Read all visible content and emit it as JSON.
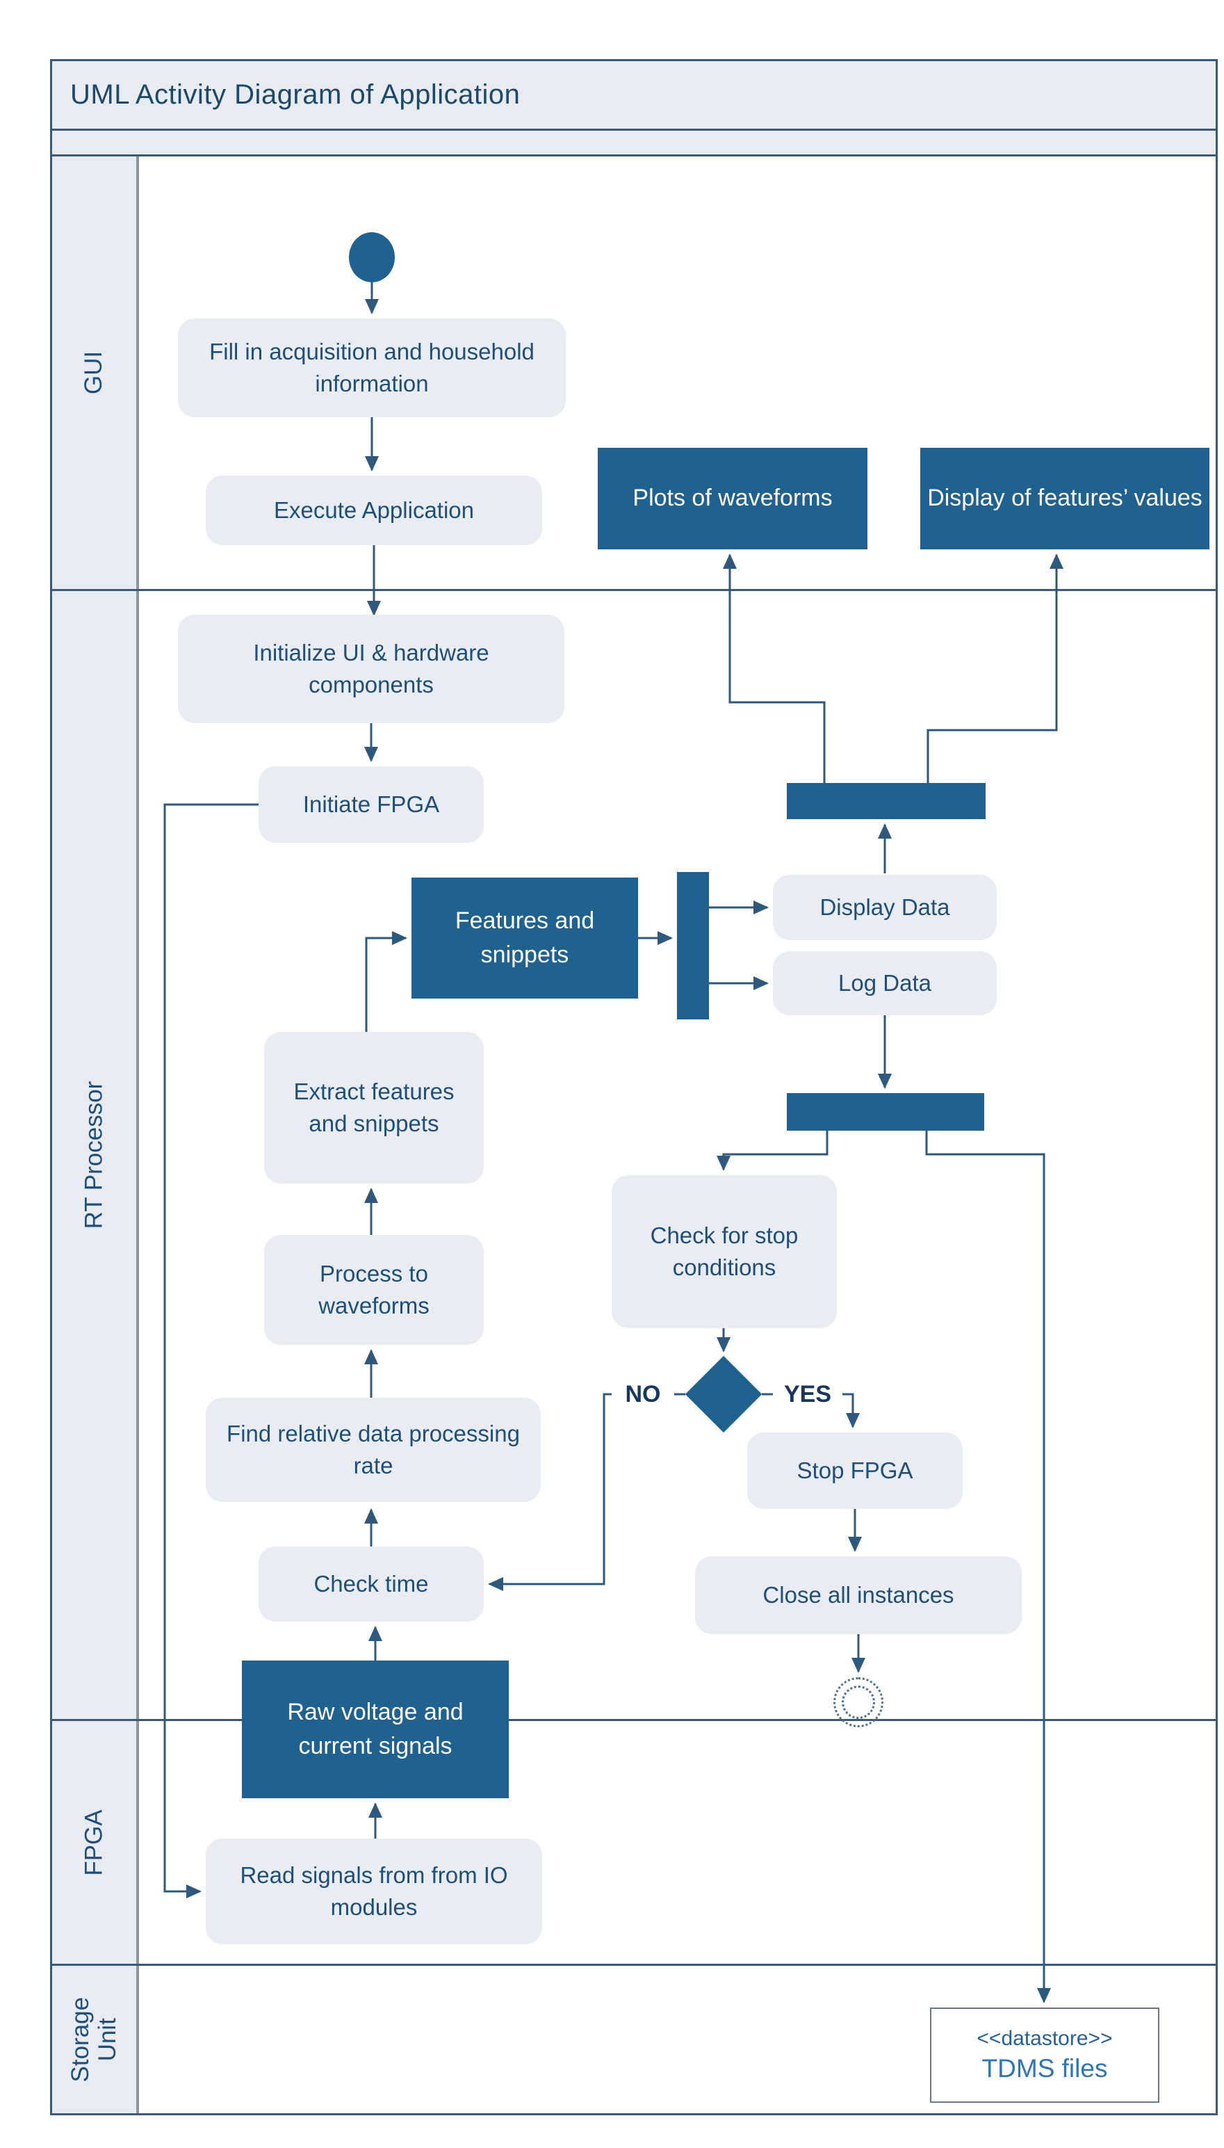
{
  "diagram": {
    "title": "UML Activity Diagram of Application"
  },
  "lanes": {
    "gui": "GUI",
    "rt": "RT Processor",
    "fpga": "FPGA",
    "storage": "Storage Unit"
  },
  "nodes": {
    "fill_info": "Fill in acquisition and household information",
    "execute_app": "Execute Application",
    "plots_waveforms": "Plots of waveforms",
    "display_features": "Display of features’ values",
    "init_components": "Initialize UI & hardware components",
    "initiate_fpga": "Initiate FPGA",
    "features_snippets": "Features and snippets",
    "display_data": "Display Data",
    "log_data": "Log Data",
    "extract_features": "Extract features and snippets",
    "process_waveforms": "Process to waveforms",
    "check_stop": "Check for stop conditions",
    "find_rate": "Find relative data processing rate",
    "check_time": "Check time",
    "stop_fpga": "Stop FPGA",
    "close_all": "Close all instances",
    "raw_signals": "Raw voltage and current signals",
    "read_signals": "Read signals from from IO modules"
  },
  "decision": {
    "no": "NO",
    "yes": "YES"
  },
  "datastore": {
    "stereotype": "<<datastore>>",
    "name": "TDMS files"
  },
  "colors": {
    "accent": "#1f618f",
    "activity_fill": "#e9edf3",
    "header_fill": "#e8ecf2",
    "lane_border": "#3b5a77",
    "connector": "#2e597d",
    "text": "#1f4e79"
  }
}
